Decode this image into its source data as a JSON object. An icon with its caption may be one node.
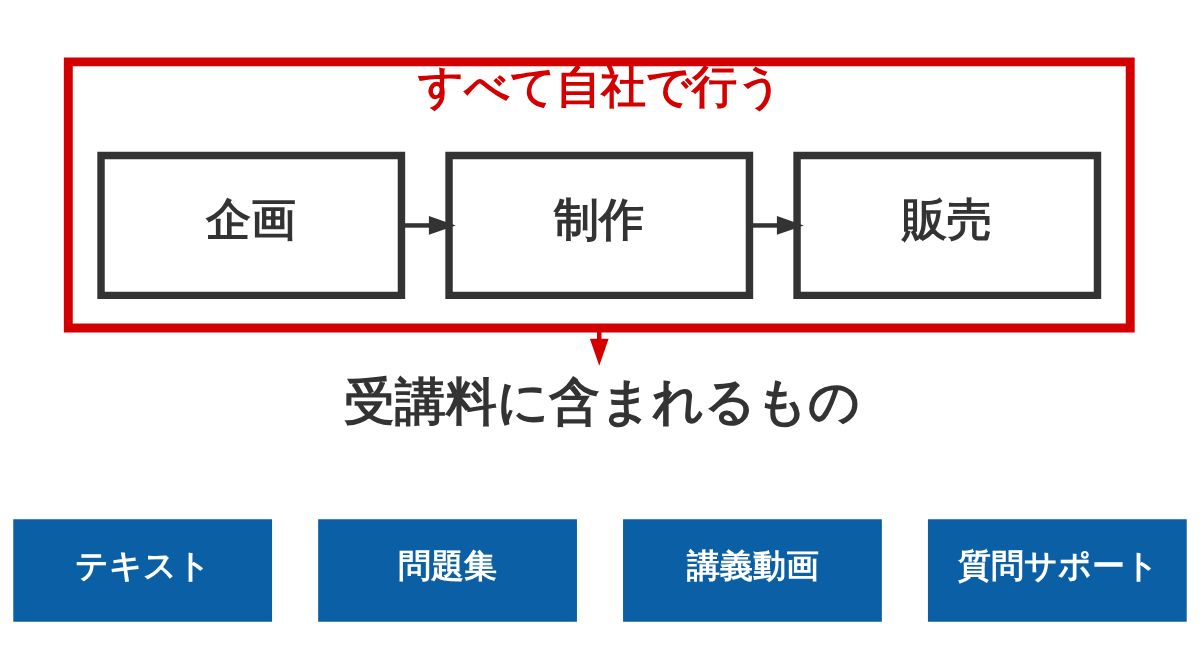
{
  "diagram": {
    "nodes": [
      {
        "text": [
          "すべて自社で行う"
        ]
      },
      {
        "text": [
          "企画"
        ],
        "in": 0
      },
      {
        "text": [
          "制作"
        ],
        "in": 0
      },
      {
        "text": [
          "販売"
        ],
        "in": 0
      },
      {
        "text": [
          "受講料に含まれるもの"
        ]
      },
      {
        "text": [
          "テキスト"
        ]
      },
      {
        "text": [
          "問題集"
        ]
      },
      {
        "text": [
          "講義動画"
        ]
      },
      {
        "text": [
          "質問サポート"
        ]
      }
    ],
    "edges": [
      {
        "from": 1,
        "to": 2,
        "arrow": "to"
      },
      {
        "from": 2,
        "to": 3,
        "arrow": "to"
      },
      {
        "from": 0,
        "to": 4,
        "arrow": "to",
        "color": "#d40000"
      }
    ]
  }
}
